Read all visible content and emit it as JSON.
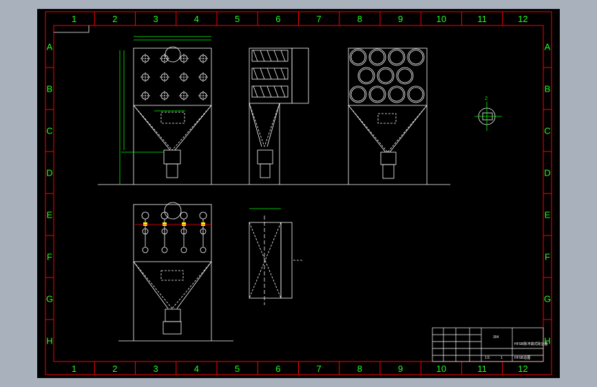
{
  "colors": {
    "background": "#a9b1bd",
    "sheet": "#000000",
    "frame": "#ff0000",
    "line": "#ffffff",
    "dimension": "#00ff00",
    "highlight": "#ffff00",
    "zone_label": "#22ff22"
  },
  "zones": {
    "columns": [
      "1",
      "2",
      "3",
      "4",
      "5",
      "6",
      "7",
      "8",
      "9",
      "10",
      "11",
      "12"
    ],
    "rows": [
      "A",
      "B",
      "C",
      "D",
      "E",
      "F",
      "G",
      "H"
    ]
  },
  "annotations": {
    "detail_mark": "2"
  },
  "title_block": {
    "code": "304",
    "name": "HFSB脉冲袋式除尘器",
    "drawing": "HFSB总图",
    "scale": "1:5",
    "sheet": "1"
  }
}
